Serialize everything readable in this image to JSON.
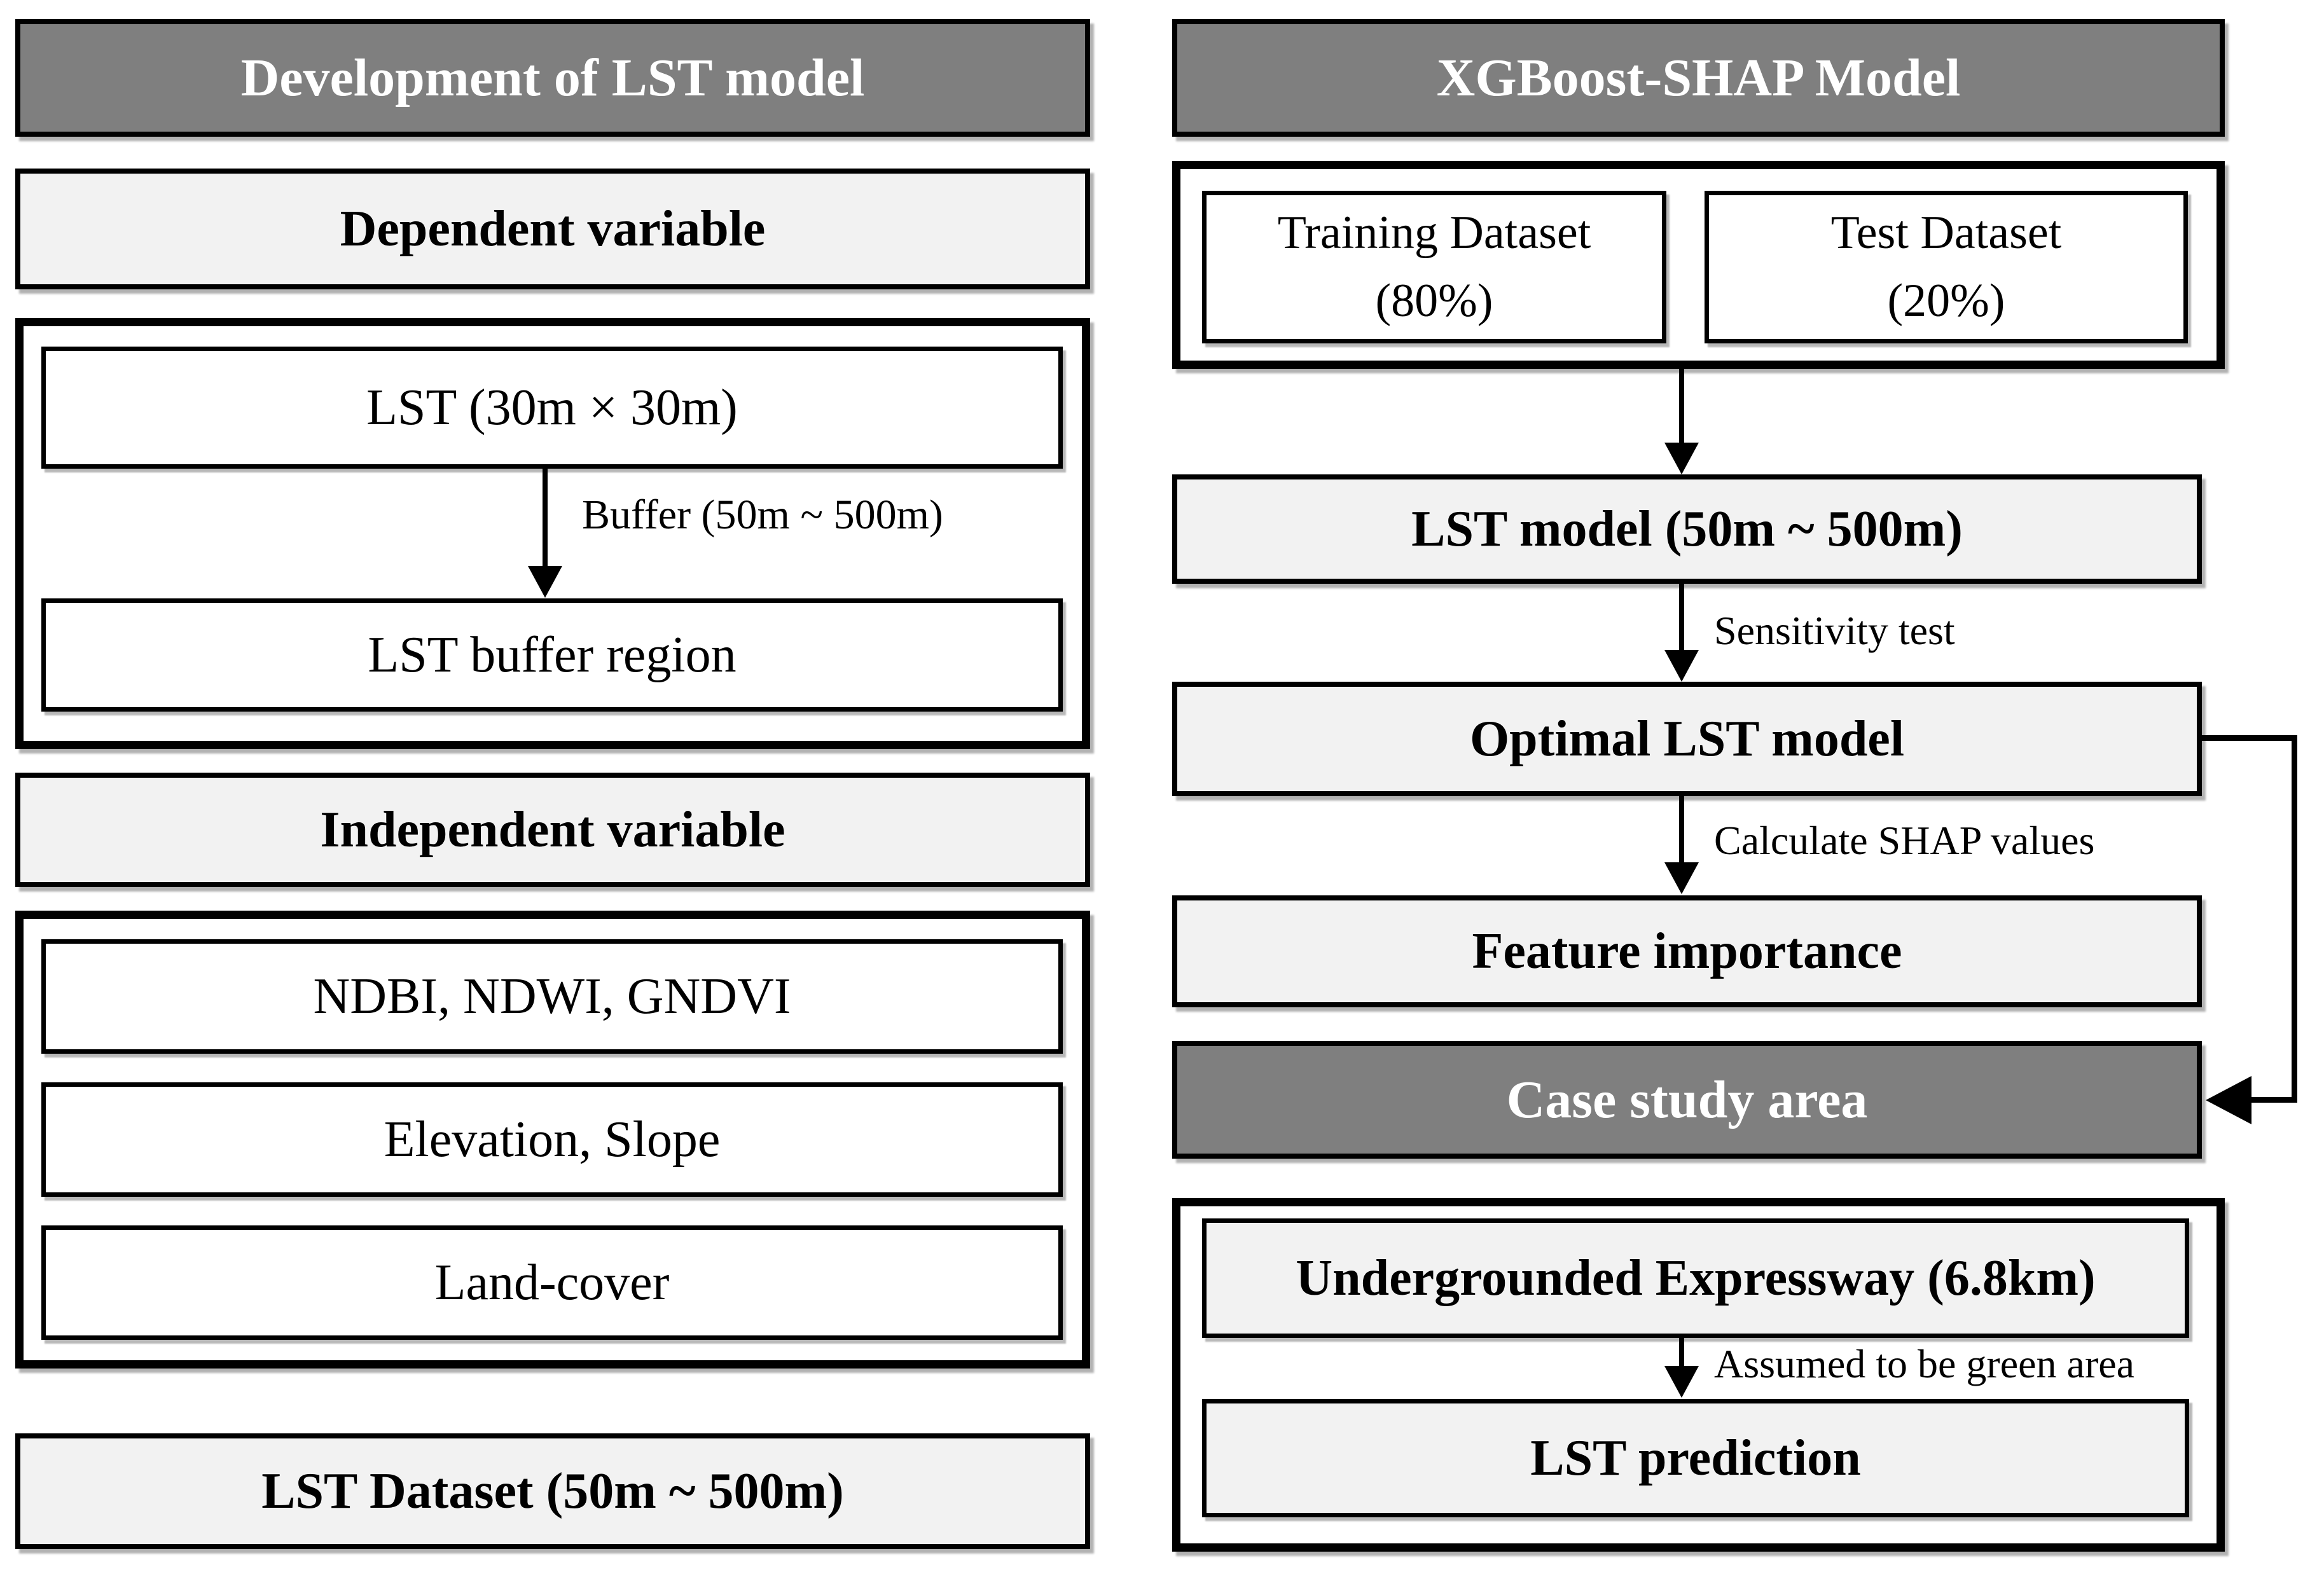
{
  "palette": {
    "header_bg": "#7f7f7f",
    "header_text": "#ffffff",
    "light_box_bg": "#f2f2f2",
    "white_box_bg": "#ffffff",
    "border": "#000000",
    "text": "#000000"
  },
  "left": {
    "header": "Development of LST model",
    "dependent_label": "Dependent variable",
    "lst30": "LST (30m × 30m)",
    "buffer_label": "Buffer (50m ~ 500m)",
    "lst_buffer": "LST buffer region",
    "independent_label": "Independent variable",
    "ndbi": "NDBI, NDWI,  GNDVI",
    "elevation": "Elevation, Slope",
    "landcover": "Land-cover",
    "dataset_label": "LST Dataset (50m ~ 500m)"
  },
  "right": {
    "header": "XGBoost-SHAP Model",
    "training": "Training Dataset\n(80%)",
    "test": "Test Dataset\n(20%)",
    "lst_model": "LST model (50m ~ 500m)",
    "sensitivity_label": "Sensitivity test",
    "optimal": "Optimal LST model",
    "shap_label": "Calculate SHAP values",
    "feature": "Feature importance",
    "case_header": "Case study area",
    "expressway": "Undergrounded Expressway (6.8km)",
    "green_label": "Assumed to be green area",
    "prediction": "LST prediction"
  }
}
